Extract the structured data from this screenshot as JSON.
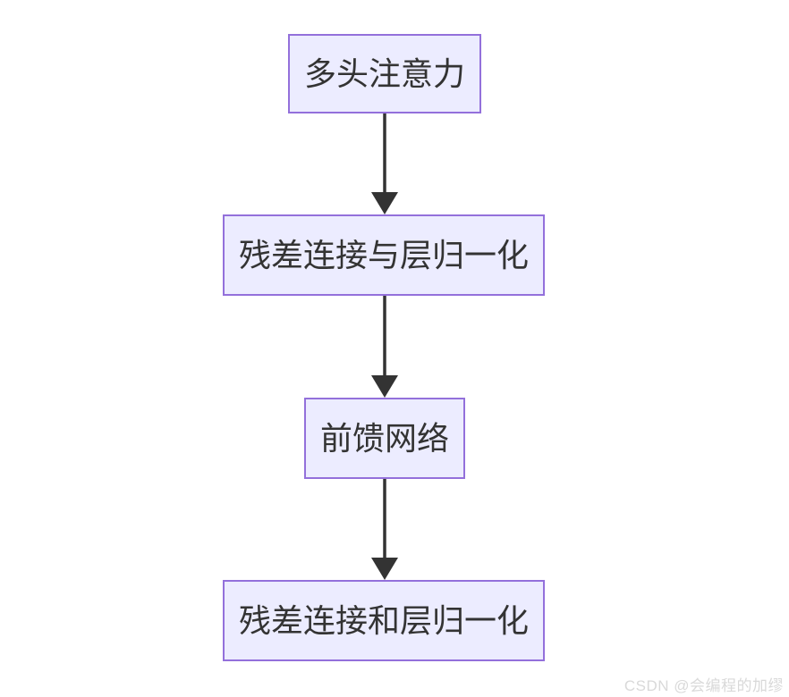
{
  "diagram": {
    "type": "flowchart",
    "direction": "top-down",
    "nodes": [
      {
        "label": "多头注意力"
      },
      {
        "label": "残差连接与层归一化"
      },
      {
        "label": "前馈网络"
      },
      {
        "label": "残差连接和层归一化"
      }
    ],
    "edges": [
      {
        "from": "多头注意力",
        "to": "残差连接与层归一化"
      },
      {
        "from": "残差连接与层归一化",
        "to": "前馈网络"
      },
      {
        "from": "前馈网络",
        "to": "残差连接和层归一化"
      }
    ],
    "style": {
      "node_fill": "#ECECFF",
      "node_border": "#9370DB",
      "node_text_color": "#333333",
      "arrow_color": "#333333",
      "background": "#FFFFFF"
    }
  },
  "watermark": {
    "text": "CSDN @会编程的加缪",
    "color": "#D9D9D9"
  }
}
